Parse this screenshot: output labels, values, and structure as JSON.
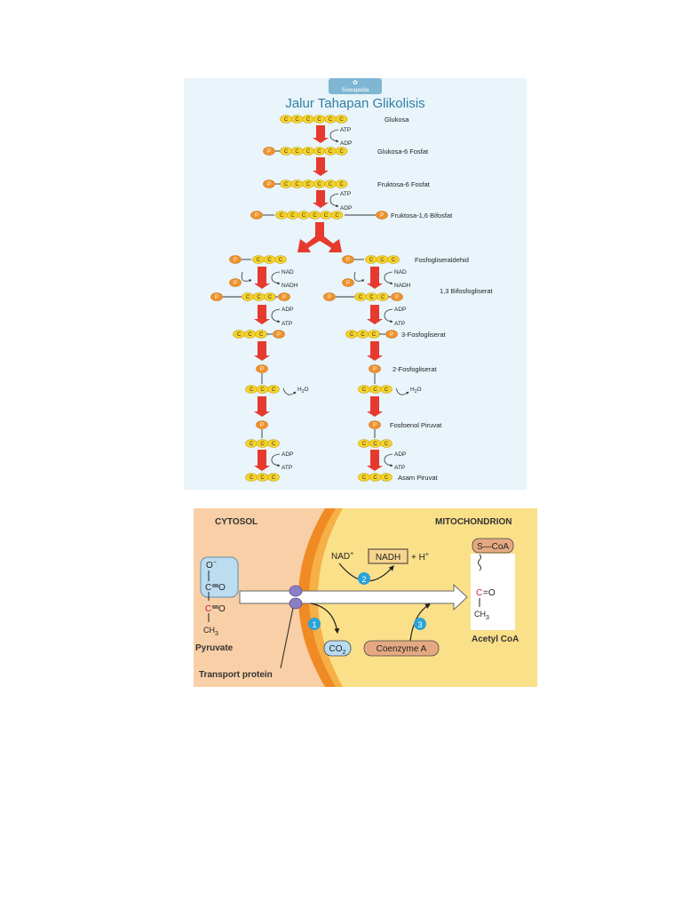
{
  "glycolysis": {
    "brand": "Siswapedia",
    "title": "Jalur Tahapan Glikolisis",
    "carbon_symbol": "C",
    "phosphate_symbol": "P",
    "steps": {
      "glukosa": "Glukosa",
      "glukosa_6_fosfat": "Glukosa-6 Fosfat",
      "fruktosa_6_fosfat": "Fruktosa-6 Fosfat",
      "fruktosa_16_bifosfat": "Fruktosa-1,6 Bifosfat",
      "fosfogliseraldehid": "Fosfogliseraldehid",
      "bifosfogliserat_13": "1,3 Bifosfogliserat",
      "fosfogliserat_3": "3-Fosfogliserat",
      "fosfogliserat_2": "2-Fosfogliserat",
      "fosfoenol_piruvat": "Fosfoenol Piruvat",
      "asam_piruvat": "Asam Piruvat"
    },
    "cofactors": {
      "atp": "ATP",
      "adp": "ADP",
      "nad": "NAD",
      "nadh": "NADH",
      "h2o_main": "H",
      "h2o_sub": "2",
      "h2o_tail": "O"
    }
  },
  "pyruvate_oxidation": {
    "cytosol": "CYTOSOL",
    "mitochondrion": "MITOCHONDRION",
    "pyruvate": "Pyruvate",
    "transport_protein": "Transport protein",
    "acetyl_coa": "Acetyl CoA",
    "nad_plus": "NAD",
    "plus_sign": "+",
    "nadh": "NADH",
    "h_plus": "+ H",
    "co2_main": "CO",
    "co2_sub": "2",
    "coenzyme_a": "Coenzyme A",
    "s_coa": "S—CoA",
    "atom_o_minus": "O",
    "minus_sign": "−",
    "atom_c": "C",
    "atom_o": "O",
    "double_bond_o": "=O",
    "ch3": "CH",
    "ch3_sub": "3",
    "step1": "1",
    "step2": "2",
    "step3": "3"
  },
  "colors": {
    "carbon": "#f6d32a",
    "phosphate": "#f0932b",
    "arrow": "#e63a2e",
    "title": "#2f7fa6",
    "badge": "#2aa3d8"
  }
}
